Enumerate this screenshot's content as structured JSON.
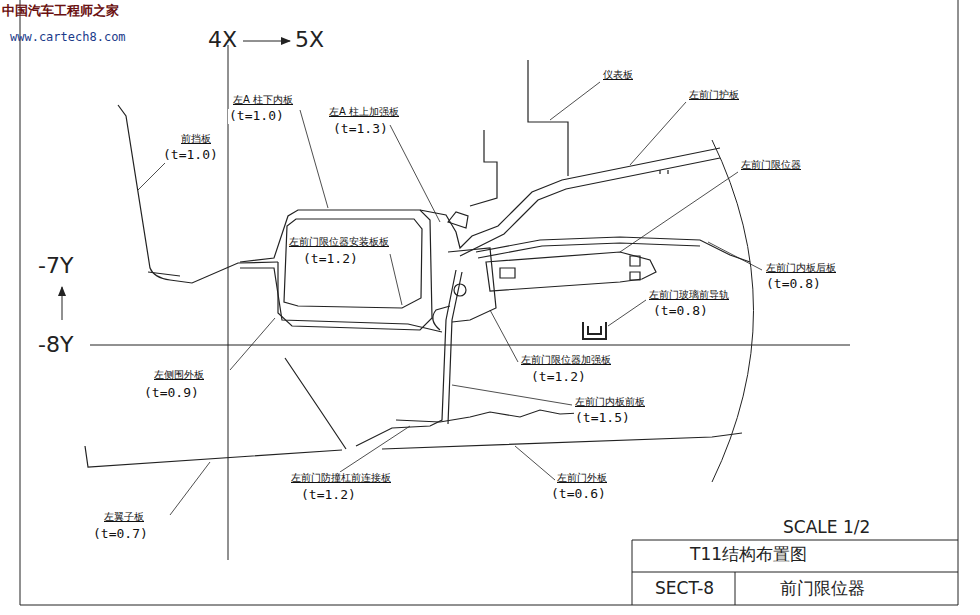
{
  "diagram": {
    "labels": [
      "中国汽车工程师之家",
      "www.cartech8.com",
      "4X",
      "5X",
      "-7Y",
      "-8Y",
      "前挡板",
      "(t=1.0)",
      "左A 柱下内板",
      "(t=1.0)",
      "左A 柱上加强板",
      "(t=1.3)",
      "仪表板",
      "左前门护板",
      "左前门限位器",
      "左前门限位器安装板板",
      "(t=1.2)",
      "左前门内板后板",
      "(t=0.8)",
      "左前门玻璃前导轨",
      "(t=0.8)",
      "左侧围外板",
      "(t=0.9)",
      "左前门限位器加强板",
      "(t=1.2)",
      "左前门内板前板",
      "(t=1.5)",
      "左前门防撞杠前连接板",
      "(t=1.2)",
      "左前门外板",
      "(t=0.6)",
      "左翼子板",
      "(t=0.7)",
      "SCALE 1/2",
      "T11结构布置图",
      "SECT-8",
      "前门限位器"
    ]
  }
}
